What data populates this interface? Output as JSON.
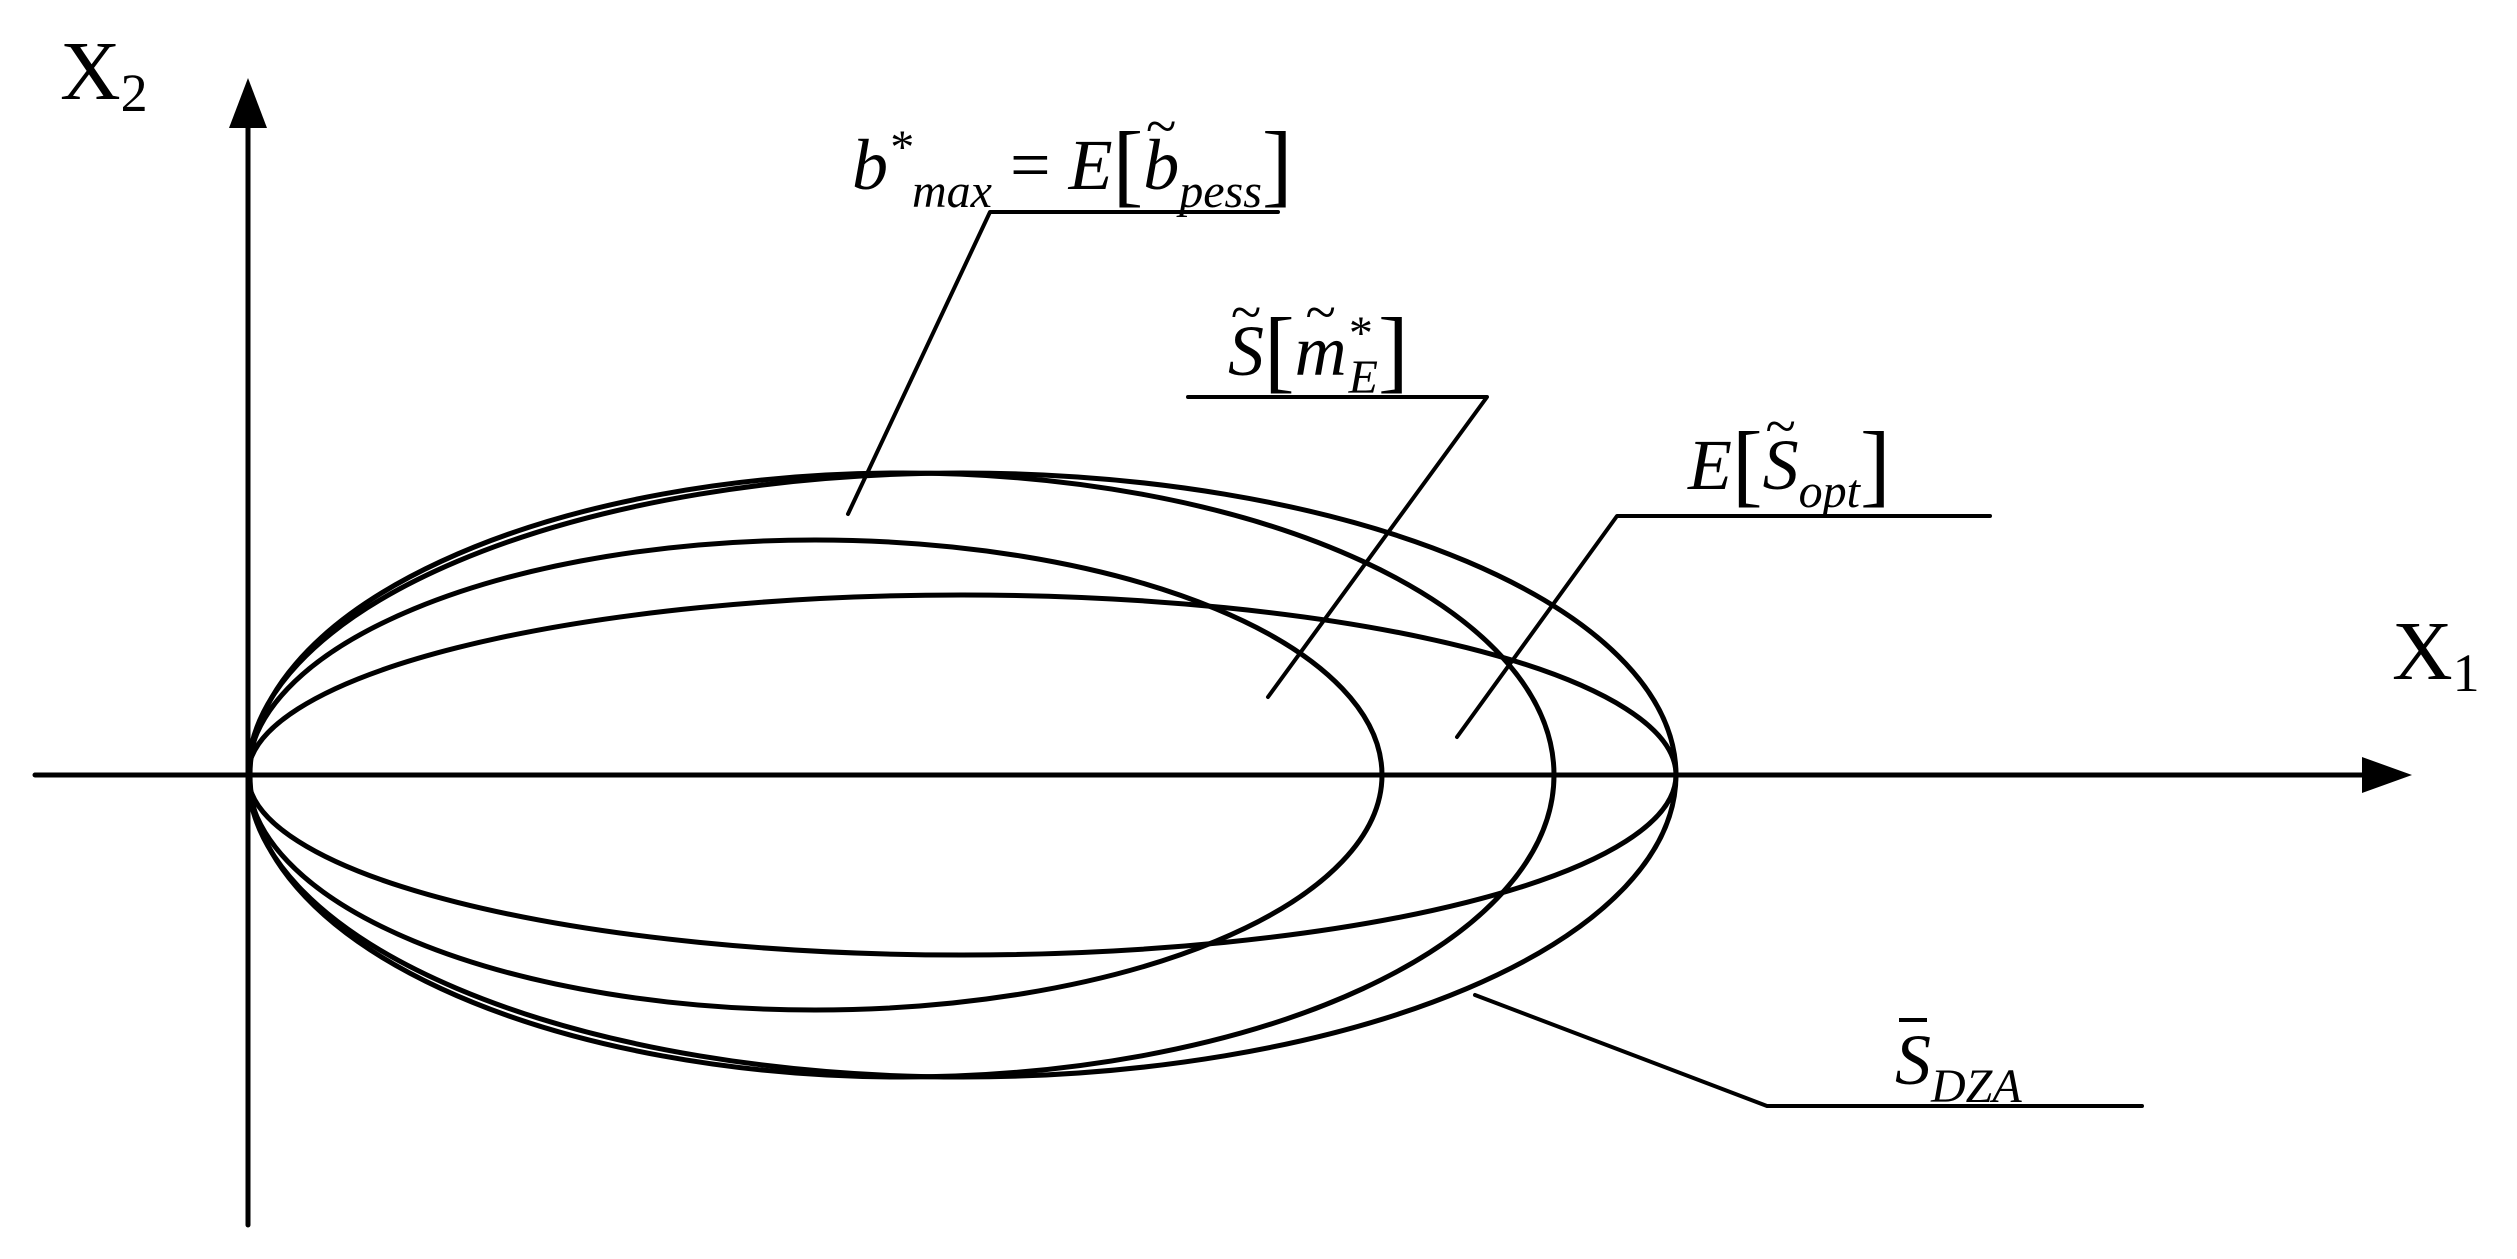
{
  "axes": {
    "x": {
      "letter": "X",
      "index": "1"
    },
    "y": {
      "letter": "X",
      "index": "2"
    }
  },
  "labels": {
    "b_max": {
      "base": "b",
      "sup": "*",
      "sub": "max",
      "eq": " = ",
      "expect": "E",
      "lbr": "[",
      "inner_base": "b",
      "inner_accent": "~",
      "inner_sub": "pess",
      "rbr": "]"
    },
    "s_m": {
      "base": "S",
      "accent": "~",
      "lbr": "[",
      "inner_base": "m",
      "inner_accent": "~",
      "inner_sup": "*",
      "inner_sub": "E",
      "rbr": "]"
    },
    "e_s_opt": {
      "expect": "E",
      "lbr": "[",
      "inner_base": "S",
      "inner_accent": "~",
      "inner_sub": "opt",
      "rbr": "]"
    },
    "s_dza": {
      "base": "S",
      "sub": "DZA"
    }
  },
  "colors": {
    "ink": "#000000",
    "background": "#ffffff"
  }
}
